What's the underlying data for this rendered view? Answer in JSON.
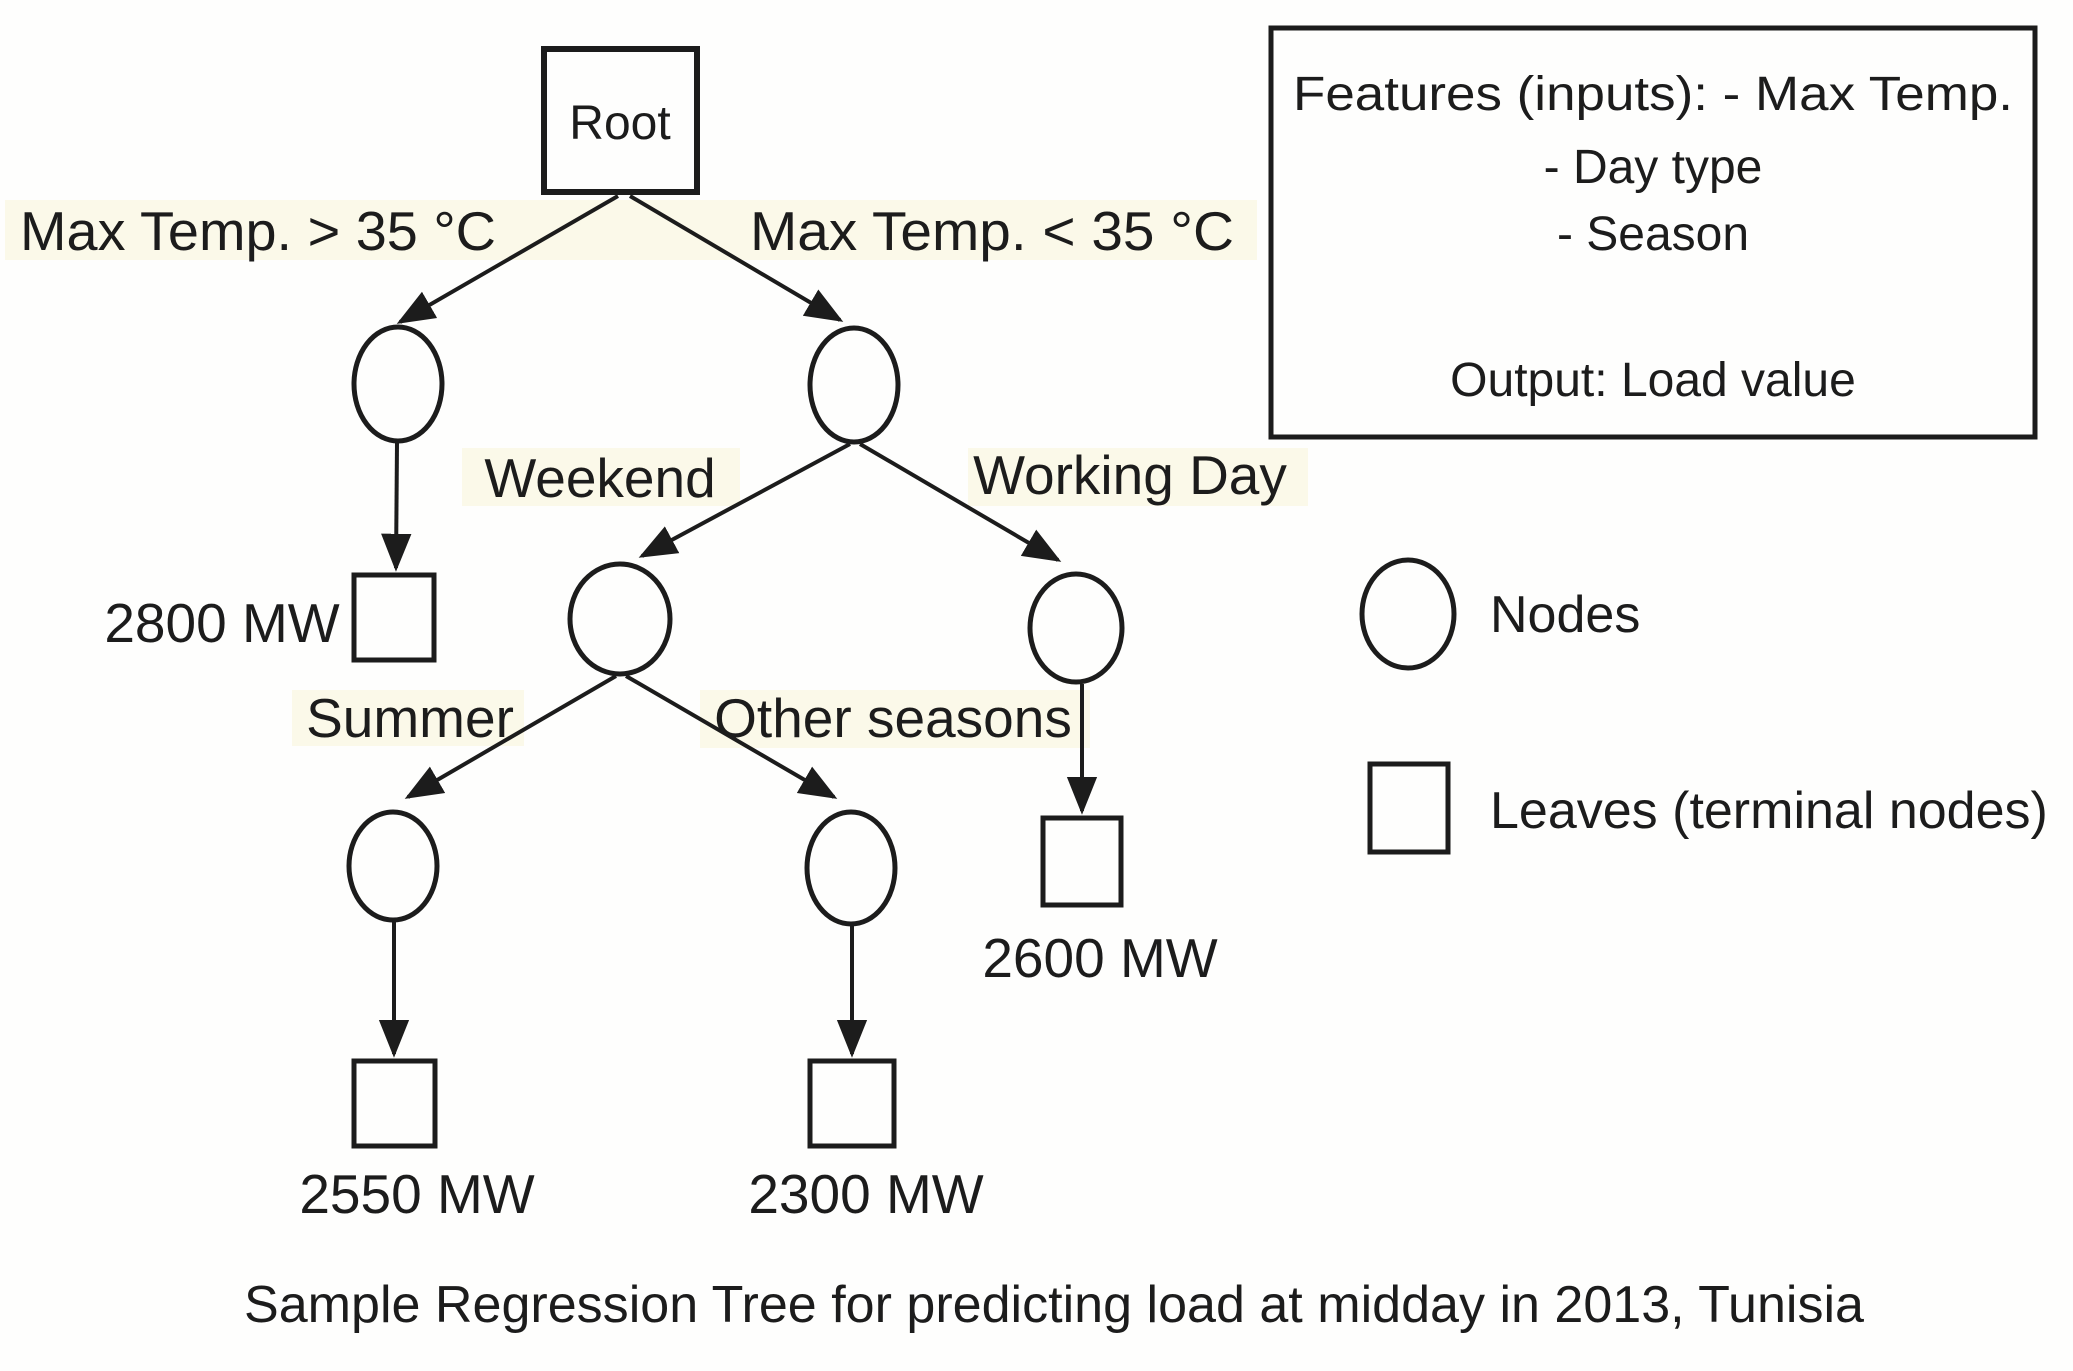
{
  "colors": {
    "edge_label_blue": "#2b28cd",
    "leaf_value_red": "#d43535",
    "line_black": "#1c1c1c",
    "highlight_band": "#f9f6df"
  },
  "tree": {
    "root_label": "Root",
    "edge_labels": {
      "max_temp_gt": "Max Temp. > 35 °C",
      "max_temp_lt": "Max Temp. < 35 °C",
      "weekend": "Weekend",
      "working_day": "Working Day",
      "summer": "Summer",
      "other_seasons": "Other seasons"
    },
    "leaf_values": {
      "max_temp_gt": "2800 MW",
      "working_day": "2600 MW",
      "summer": "2550 MW",
      "other_seasons": "2300 MW"
    }
  },
  "info_box": {
    "features_line": "Features (inputs): - Max Temp.",
    "feature_day_type": "- Day type",
    "feature_season": "- Season",
    "output_line": "Output: Load value"
  },
  "legend": {
    "nodes_label": "Nodes",
    "leaves_label": "Leaves (terminal nodes)"
  },
  "caption": "Sample Regression Tree for predicting load at midday in 2013, Tunisia"
}
